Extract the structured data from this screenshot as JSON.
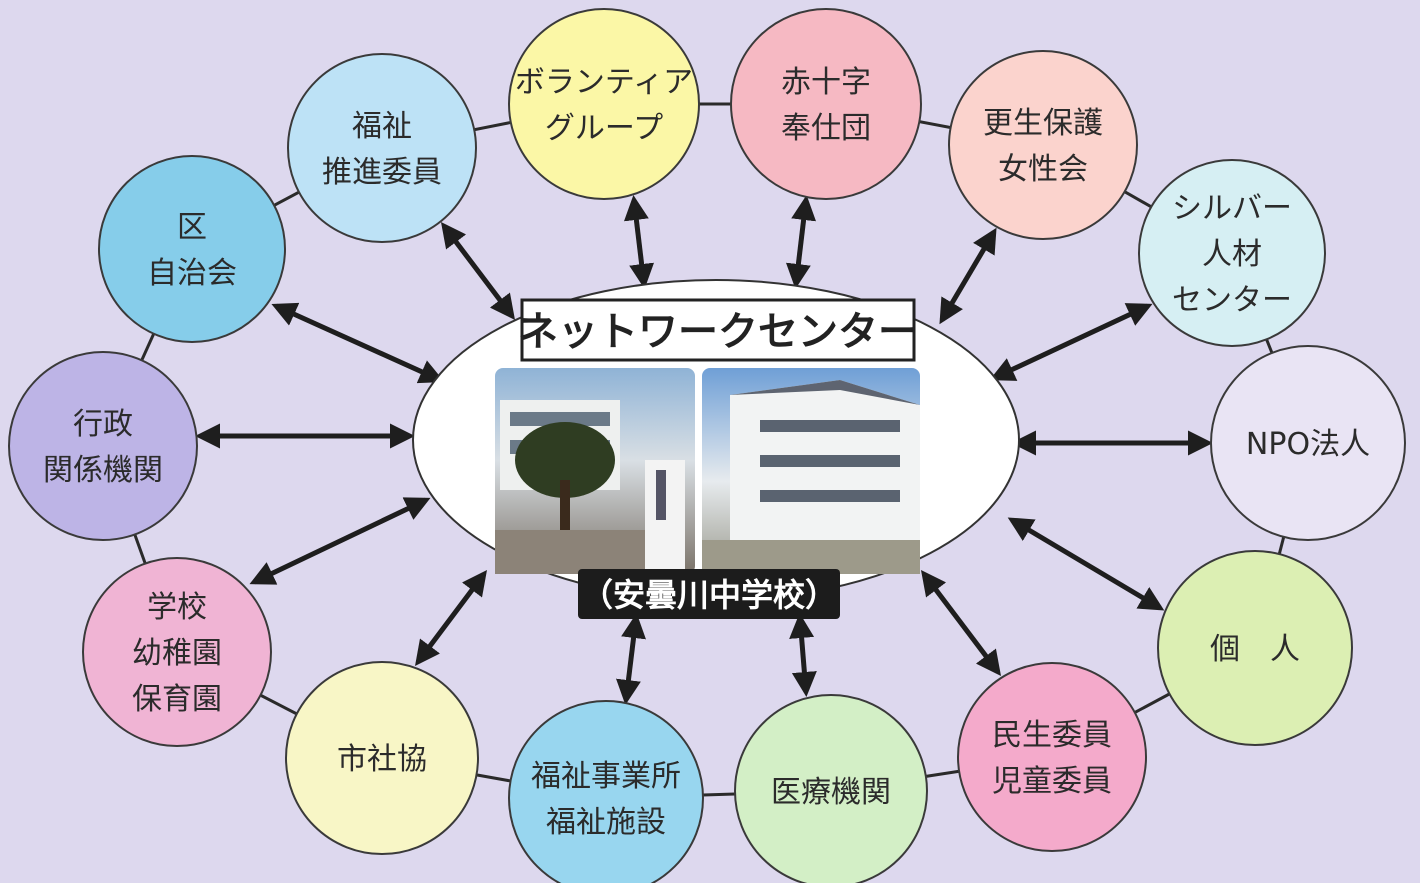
{
  "center": {
    "title": "ネットワークセンター",
    "subtitle": "（安曇川中学校）"
  },
  "nodes": [
    {
      "id": "volunteer",
      "lines": [
        "ボランティア",
        "グループ"
      ],
      "color": "#fbf7a6"
    },
    {
      "id": "red-cross",
      "lines": [
        "赤十字",
        "奉仕団"
      ],
      "color": "#f6b9c3"
    },
    {
      "id": "rehab-women",
      "lines": [
        "更生保護",
        "女性会"
      ],
      "color": "#fbd3cd"
    },
    {
      "id": "silver",
      "lines": [
        "シルバー",
        "人材",
        "センター"
      ],
      "color": "#d6eff3"
    },
    {
      "id": "npo",
      "lines": [
        "NPO法人"
      ],
      "color": "#e9e4f4"
    },
    {
      "id": "individual",
      "lines": [
        "個　人"
      ],
      "color": "#dcefb3"
    },
    {
      "id": "welfare-commissioners",
      "lines": [
        "民生委員",
        "児童委員"
      ],
      "color": "#f4aacb"
    },
    {
      "id": "medical",
      "lines": [
        "医療機関"
      ],
      "color": "#d3efc6"
    },
    {
      "id": "welfare-facilities",
      "lines": [
        "福祉事業所",
        "福祉施設"
      ],
      "color": "#98d6ef"
    },
    {
      "id": "shakyo",
      "lines": [
        "市社協"
      ],
      "color": "#f8f6c6"
    },
    {
      "id": "schools",
      "lines": [
        "学校",
        "幼稚園",
        "保育園"
      ],
      "color": "#f0b4d4"
    },
    {
      "id": "administration",
      "lines": [
        "行政",
        "関係機関"
      ],
      "color": "#bdb4e6"
    },
    {
      "id": "district",
      "lines": [
        "区",
        "自治会"
      ],
      "color": "#86cdea"
    },
    {
      "id": "welfare-promoters",
      "lines": [
        "福祉",
        "推進委員"
      ],
      "color": "#bde2f6"
    }
  ]
}
